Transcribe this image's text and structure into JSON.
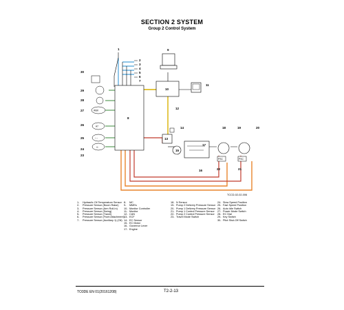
{
  "header": {
    "section_title": "SECTION 2 SYSTEM",
    "group_title": "Group 2 Control System"
  },
  "figure_code": "TCCD-02-02-006",
  "diagram": {
    "main_unit_label": "8",
    "monitor_unit_label": "10",
    "callouts": [
      "1",
      "2",
      "3",
      "4",
      "5",
      "6",
      "7",
      "9",
      "11",
      "12",
      "13",
      "14",
      "15",
      "16",
      "17",
      "18",
      "19",
      "20",
      "21",
      "22",
      "23",
      "24",
      "25",
      "26",
      "27",
      "28",
      "29",
      "30"
    ],
    "box_texts": {
      "pump_a": "PSC",
      "pump_b": "PSC",
      "sensor_27": "WSK",
      "sensor_26": "A7",
      "sensor_25": "↕↔",
      "sensor_24": "◎"
    }
  },
  "legend": {
    "col1": [
      {
        "n": "1-",
        "t": "Hydraulic Oil Temperature Sensor"
      },
      {
        "n": "2-",
        "t": "Pressure Sensor (Boom Raise)"
      },
      {
        "n": "3-",
        "t": "Pressure Sensor (Arm Roll-In)"
      },
      {
        "n": "4-",
        "t": "Pressure Sensor (Swing)"
      },
      {
        "n": "5-",
        "t": "Pressure Sensor (Travel)"
      },
      {
        "n": "6-",
        "t": "Pressure Sensor (Front Attachment)"
      },
      {
        "n": "7-",
        "t": "Pressure Sensor (Auxiliary 1) (Oil)"
      }
    ],
    "col2": [
      {
        "n": "8-",
        "t": "MC"
      },
      {
        "n": "9-",
        "t": "MMEs"
      },
      {
        "n": "10-",
        "t": "Monitor Controller"
      },
      {
        "n": "11-",
        "t": "Monitor"
      },
      {
        "n": "12-",
        "t": "CAN"
      },
      {
        "n": "13-",
        "t": "ECF"
      },
      {
        "n": "14-",
        "t": "EC Sensor"
      },
      {
        "n": "15-",
        "t": "EC Motor"
      },
      {
        "n": "16-",
        "t": "Governor Lever"
      },
      {
        "n": "17-",
        "t": "Engine"
      }
    ],
    "col3": [
      {
        "n": "18-",
        "t": "N Sensor"
      },
      {
        "n": "19-",
        "t": "Pump 2 Delivery Pressure Sensor"
      },
      {
        "n": "20-",
        "t": "Pump 1 Delivery Pressure Sensor"
      },
      {
        "n": "21-",
        "t": "Pump 1 Control Pressure Sensor"
      },
      {
        "n": "22-",
        "t": "Pump 2 Control Pressure Sensor"
      },
      {
        "n": "23-",
        "t": "Travel Mode Switch"
      }
    ],
    "col4": [
      {
        "n": "24-",
        "t": "Slow Speed Position"
      },
      {
        "n": "25-",
        "t": "Fast Speed Position"
      },
      {
        "n": "26-",
        "t": "Auto Idle Switch"
      },
      {
        "n": "27-",
        "t": "Power Mode Switch"
      },
      {
        "n": "28-",
        "t": "EC Dial"
      },
      {
        "n": "29-",
        "t": "Key Switch"
      },
      {
        "n": "30-",
        "t": "Pilot Shut-Off Switch"
      }
    ]
  },
  "footer": {
    "doc_code": "TO3DE EN 01(20161208)",
    "page": "T2-2-13"
  },
  "colors": {
    "orange": "#e8842a",
    "red": "#c0392b",
    "blue": "#4aa0d8",
    "yellow": "#d8b000",
    "green": "#3a8a3a"
  }
}
